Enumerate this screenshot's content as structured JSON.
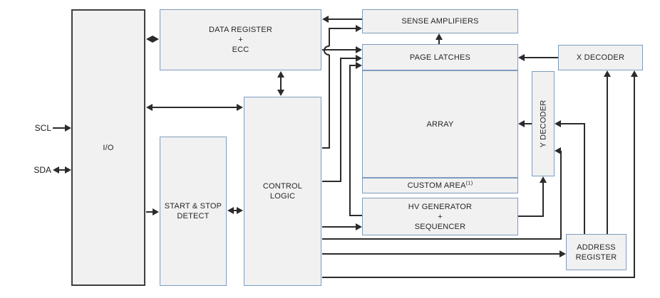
{
  "signals": {
    "scl": "SCL",
    "sda": "SDA"
  },
  "blocks": {
    "io": {
      "label": "I/O"
    },
    "data_register": {
      "line1": "DATA REGISTER",
      "line2": "+",
      "line3": "ECC"
    },
    "start_stop_detect": {
      "line1": "START & STOP",
      "line2": "DETECT"
    },
    "control_logic": {
      "line1": "CONTROL",
      "line2": "LOGIC"
    },
    "sense_amplifiers": {
      "label": "SENSE AMPLIFIERS"
    },
    "page_latches": {
      "label": "PAGE LATCHES"
    },
    "array": {
      "label": "ARRAY"
    },
    "custom_area": {
      "label": "CUSTOM AREA",
      "footnote": "(1)"
    },
    "hv_generator": {
      "line1": "HV GENERATOR",
      "line2": "+",
      "line3": "SEQUENCER"
    },
    "y_decoder": {
      "label": "Y DECODER"
    },
    "x_decoder": {
      "label": "X DECODER"
    },
    "address_register": {
      "line1": "ADDRESS",
      "line2": "REGISTER"
    }
  },
  "colors": {
    "background": "#ffffff",
    "box_fill": "#f1f1f1",
    "box_border": "#7e9cbd",
    "io_border": "#3f3f3f",
    "line": "#2b2b2b",
    "text": "#262626"
  }
}
